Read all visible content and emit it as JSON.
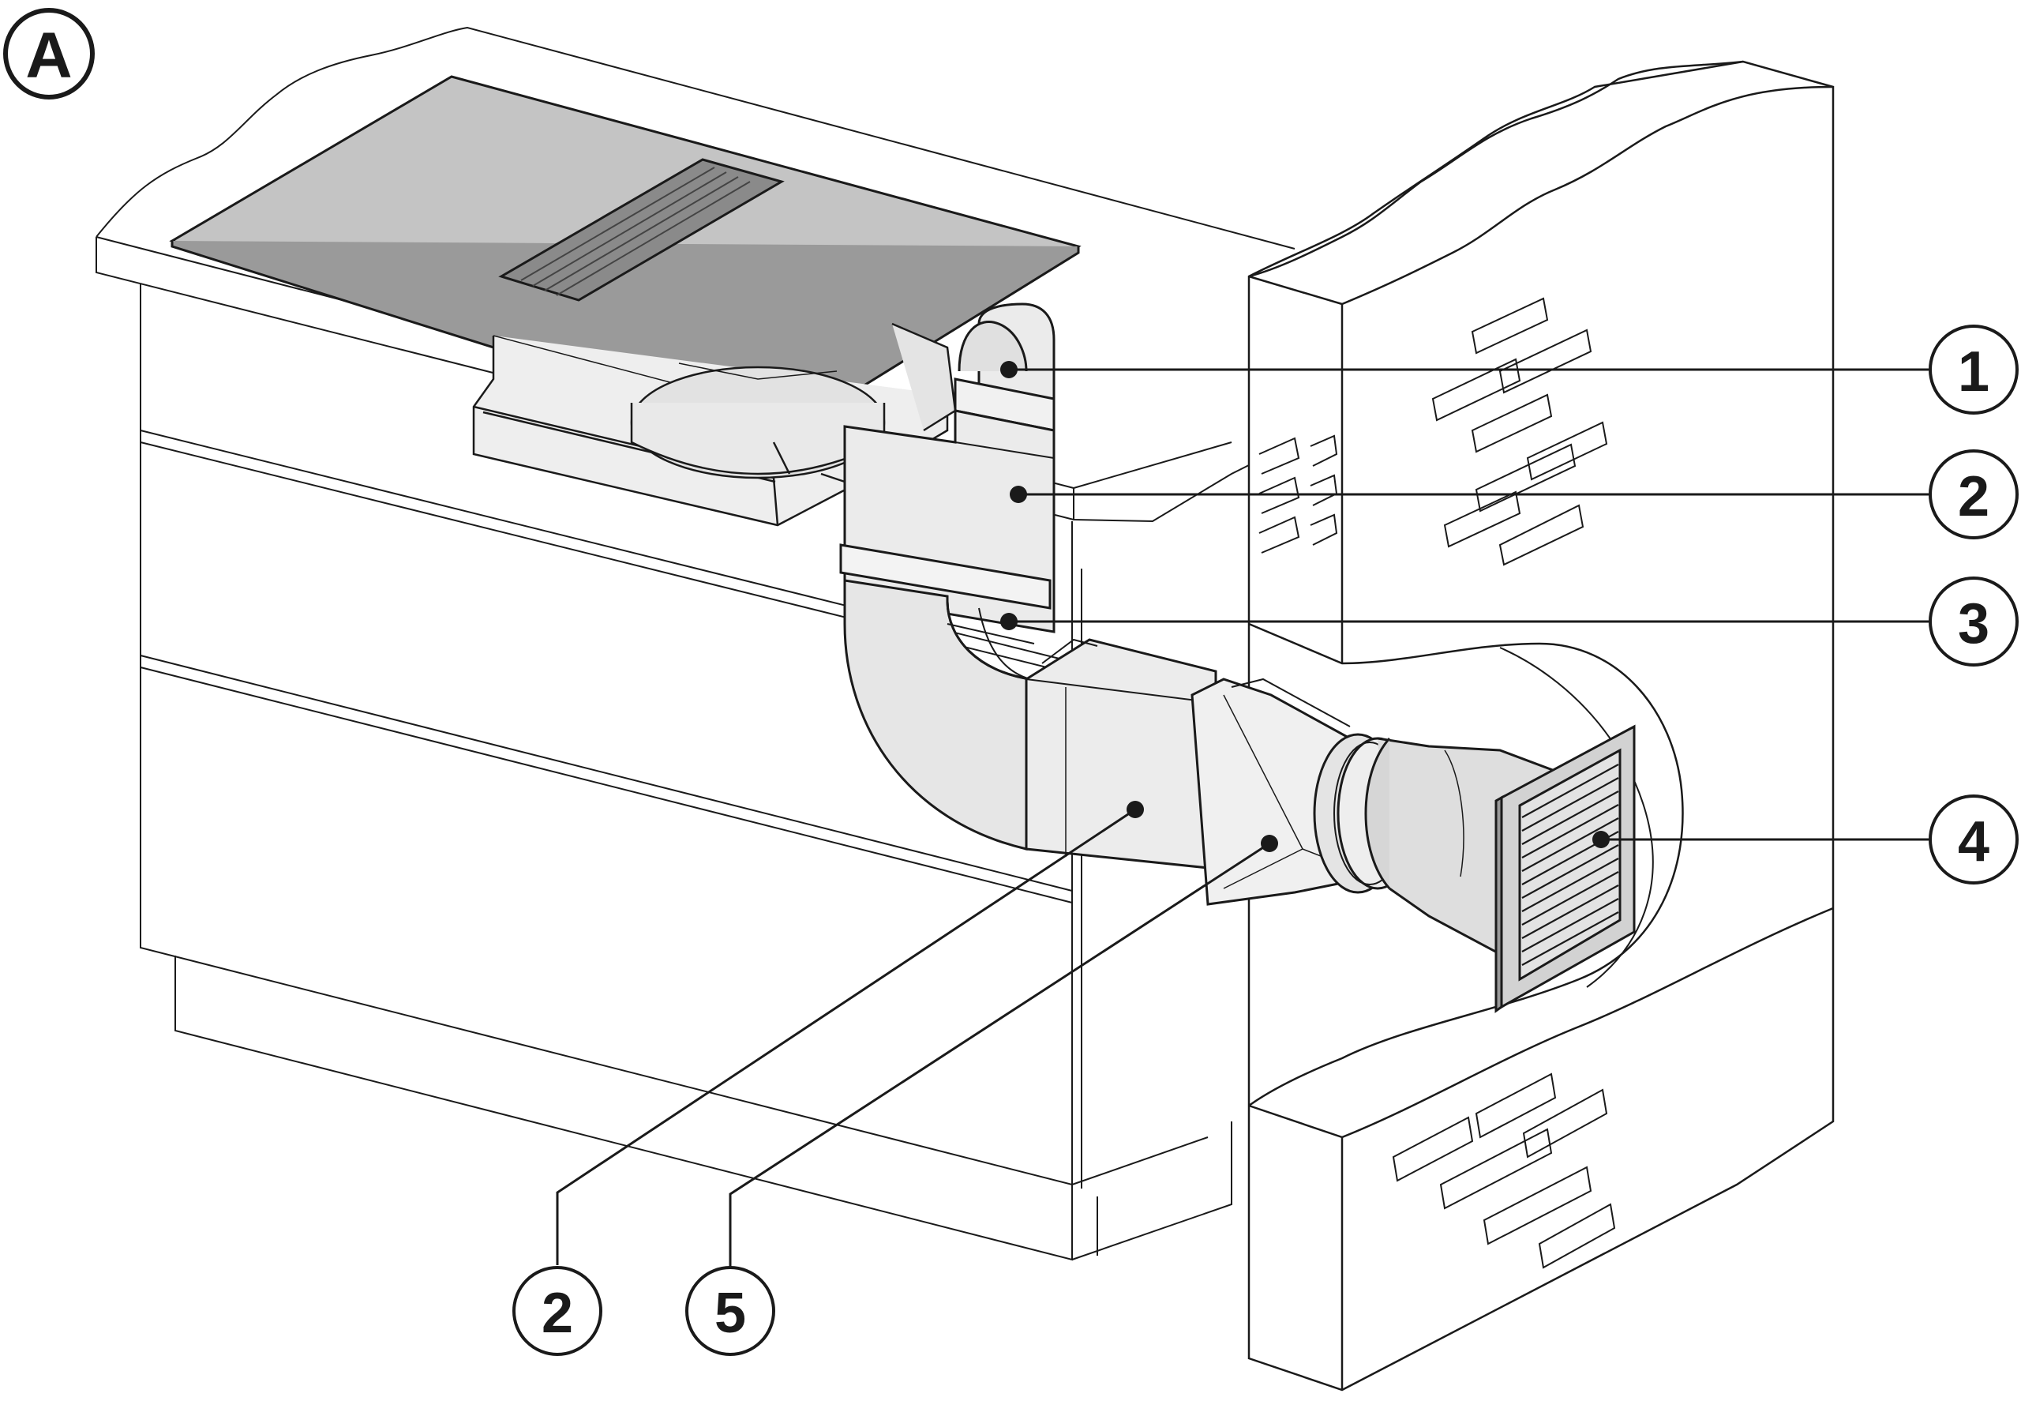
{
  "figure": {
    "panel_label": "A"
  },
  "callouts": [
    {
      "id": "c1",
      "label": "1"
    },
    {
      "id": "c2a",
      "label": "2"
    },
    {
      "id": "c3",
      "label": "3"
    },
    {
      "id": "c4",
      "label": "4"
    },
    {
      "id": "c2b",
      "label": "2"
    },
    {
      "id": "c5",
      "label": "5"
    }
  ],
  "colors": {
    "line": "#1a1a1a",
    "cooktop": "#c4c4c4",
    "vent": "#8a8a8a",
    "duct": "#ebebeb",
    "grille": "#d2d2d2",
    "background": "#ffffff"
  }
}
